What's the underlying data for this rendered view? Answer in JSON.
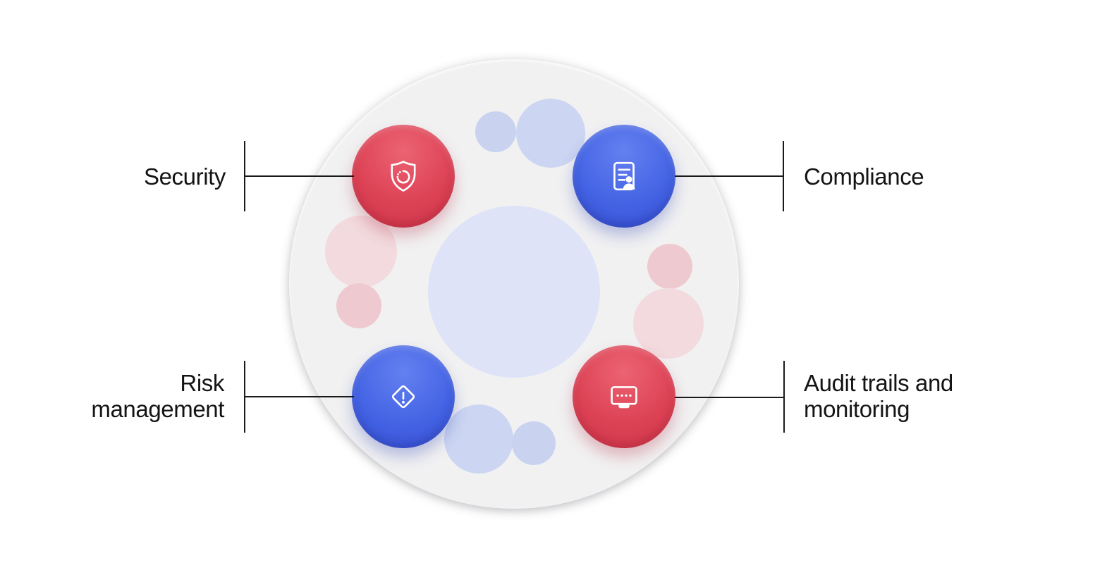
{
  "diagram": {
    "labels": {
      "security": "Security",
      "compliance": "Compliance",
      "risk_line1": "Risk",
      "risk_line2": "management",
      "audit_line1": "Audit trails and",
      "audit_line2": "monitoring"
    },
    "icons": {
      "security": "shield-icon",
      "compliance": "document-user-icon",
      "risk": "diamond-alert-icon",
      "audit": "password-card-icon"
    }
  },
  "theme": {
    "background": "#ffffff",
    "outer-circle": "#f1f1f2",
    "center-circle": "#dee3f8",
    "blob-blue": "#c9d3f0",
    "blob-blue-light": "#ccd6f2",
    "blob-pink": "#efc9d0",
    "blob-pink-light": "#f2dade",
    "node-red": "#dc4154",
    "node-red-light": "#ec6373",
    "node-red-deep": "#cf384c",
    "node-blue": "#4363e4",
    "node-blue-light": "#6480f0",
    "node-blue-deep": "#3950d2",
    "connector": "#1a1a1a",
    "label-text": "#141414",
    "icon": "#ffffff"
  }
}
